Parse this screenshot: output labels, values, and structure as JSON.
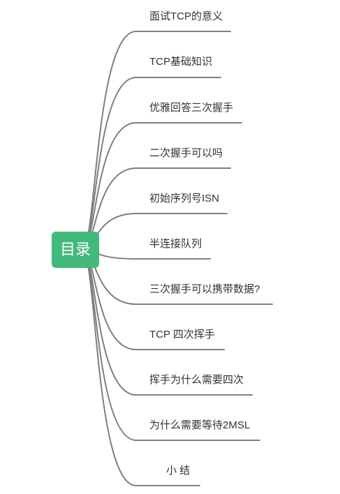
{
  "root": {
    "label": "目录",
    "color": "#43b97b"
  },
  "branch_color": "#7f7f7f",
  "topics": [
    {
      "label": "面试TCP的意义"
    },
    {
      "label": "TCP基础知识"
    },
    {
      "label": "优雅回答三次握手"
    },
    {
      "label": "二次握手可以吗"
    },
    {
      "label": "初始序列号ISN"
    },
    {
      "label": "半连接队列"
    },
    {
      "label": "三次握手可以携带数据?"
    },
    {
      "label": "TCP 四次挥手"
    },
    {
      "label": "挥手为什么需要四次"
    },
    {
      "label": "为什么需要等待2MSL"
    },
    {
      "label": "小 结"
    }
  ]
}
